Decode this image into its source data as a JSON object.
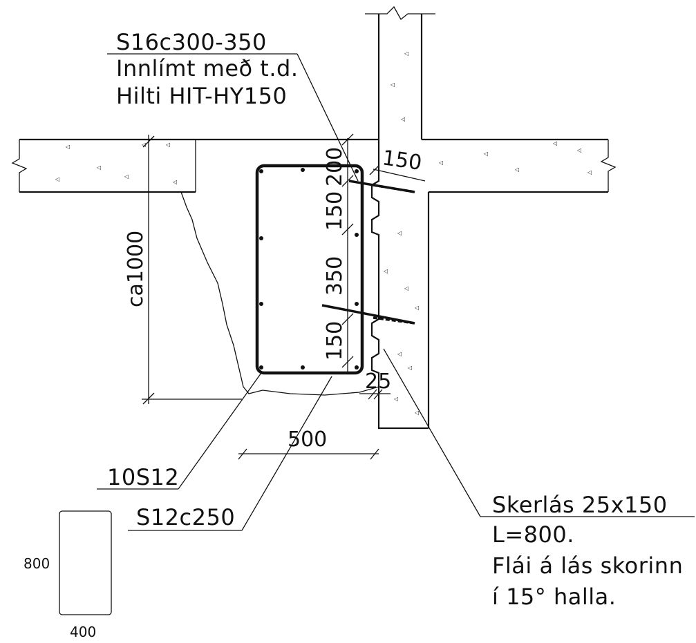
{
  "labels": {
    "anchor_bar": "S16c300-350",
    "anchor_glue_line1": "Innlímt með t.d.",
    "anchor_glue_line2": "Hilti HIT-HY150",
    "long_bars": "10S12",
    "stirrups": "S12c250",
    "key_line1": "Skerlás 25x150",
    "key_line2": "L=800.",
    "key_line3": "Flái á lás skorinn",
    "key_line4": "í 15° halla."
  },
  "dimensions": {
    "key_depth_top": "150",
    "depth": "ca1000",
    "spacing_200": "200",
    "spacing_150_top": "150",
    "spacing_350": "350",
    "spacing_150_bottom": "150",
    "key_depth_bottom": "25",
    "width_500": "500"
  },
  "section_detail": {
    "height": "800",
    "width": "400"
  }
}
